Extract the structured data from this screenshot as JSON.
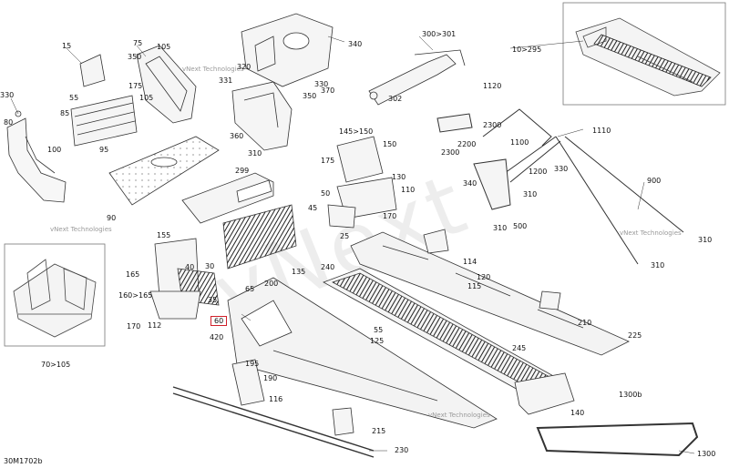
{
  "diagram": {
    "document_id": "30M1702b",
    "watermark_small": "vNext Technologies",
    "watermark_large": "vNext",
    "highlight_color": "#d0202a",
    "callouts": [
      {
        "id": "c15",
        "text": "15"
      },
      {
        "id": "c75",
        "text": "75"
      },
      {
        "id": "c105a",
        "text": "105"
      },
      {
        "id": "c350a",
        "text": "350"
      },
      {
        "id": "c340",
        "text": "340"
      },
      {
        "id": "c300_301",
        "text": "300>301"
      },
      {
        "id": "c10_295",
        "text": "10>295"
      },
      {
        "id": "c330a",
        "text": "330"
      },
      {
        "id": "c80",
        "text": "80"
      },
      {
        "id": "c55a",
        "text": "55"
      },
      {
        "id": "c175a",
        "text": "175"
      },
      {
        "id": "c105b",
        "text": "105"
      },
      {
        "id": "c85",
        "text": "85"
      },
      {
        "id": "c100",
        "text": "100"
      },
      {
        "id": "c95",
        "text": "95"
      },
      {
        "id": "c320",
        "text": "320"
      },
      {
        "id": "c331",
        "text": "331"
      },
      {
        "id": "c330b",
        "text": "330"
      },
      {
        "id": "c350b",
        "text": "350"
      },
      {
        "id": "c370",
        "text": "370"
      },
      {
        "id": "c360",
        "text": "360"
      },
      {
        "id": "c310a",
        "text": "310"
      },
      {
        "id": "c302",
        "text": "302"
      },
      {
        "id": "c1120",
        "text": "1120"
      },
      {
        "id": "c2300a",
        "text": "2300"
      },
      {
        "id": "c1100",
        "text": "1100"
      },
      {
        "id": "c1110",
        "text": "1110"
      },
      {
        "id": "c2200",
        "text": "2200"
      },
      {
        "id": "c2300b",
        "text": "2300"
      },
      {
        "id": "c1200",
        "text": "1200"
      },
      {
        "id": "c330c",
        "text": "330"
      },
      {
        "id": "c340b",
        "text": "340"
      },
      {
        "id": "c145_150",
        "text": "145>150"
      },
      {
        "id": "c150",
        "text": "150"
      },
      {
        "id": "c175b",
        "text": "175"
      },
      {
        "id": "c130",
        "text": "130"
      },
      {
        "id": "c299",
        "text": "299"
      },
      {
        "id": "c110",
        "text": "110"
      },
      {
        "id": "c50",
        "text": "50"
      },
      {
        "id": "c45",
        "text": "45"
      },
      {
        "id": "c170a",
        "text": "170"
      },
      {
        "id": "c25",
        "text": "25"
      },
      {
        "id": "c900",
        "text": "900"
      },
      {
        "id": "c310b",
        "text": "310"
      },
      {
        "id": "c500",
        "text": "500"
      },
      {
        "id": "c310c",
        "text": "310"
      },
      {
        "id": "c310d",
        "text": "310"
      },
      {
        "id": "c310e",
        "text": "310"
      },
      {
        "id": "c90",
        "text": "90"
      },
      {
        "id": "c155",
        "text": "155"
      },
      {
        "id": "c165",
        "text": "165"
      },
      {
        "id": "c40",
        "text": "40"
      },
      {
        "id": "c30",
        "text": "30"
      },
      {
        "id": "c135",
        "text": "135"
      },
      {
        "id": "c240",
        "text": "240"
      },
      {
        "id": "c114",
        "text": "114"
      },
      {
        "id": "c120",
        "text": "120"
      },
      {
        "id": "c115",
        "text": "115"
      },
      {
        "id": "c35",
        "text": "35"
      },
      {
        "id": "c160_165",
        "text": "160>165"
      },
      {
        "id": "c170b",
        "text": "170"
      },
      {
        "id": "c112",
        "text": "112"
      },
      {
        "id": "c65",
        "text": "65"
      },
      {
        "id": "c200",
        "text": "200"
      },
      {
        "id": "c60",
        "text": "60"
      },
      {
        "id": "c420",
        "text": "420"
      },
      {
        "id": "c55b",
        "text": "55"
      },
      {
        "id": "c125",
        "text": "125"
      },
      {
        "id": "c210",
        "text": "210"
      },
      {
        "id": "c225",
        "text": "225"
      },
      {
        "id": "c70_105",
        "text": "70>105"
      },
      {
        "id": "c245",
        "text": "245"
      },
      {
        "id": "c195",
        "text": "195"
      },
      {
        "id": "c190",
        "text": "190"
      },
      {
        "id": "c116",
        "text": "116"
      },
      {
        "id": "c1300b",
        "text": "1300b"
      },
      {
        "id": "c140",
        "text": "140"
      },
      {
        "id": "c215",
        "text": "215"
      },
      {
        "id": "c230",
        "text": "230"
      },
      {
        "id": "c1300",
        "text": "1300"
      }
    ]
  }
}
